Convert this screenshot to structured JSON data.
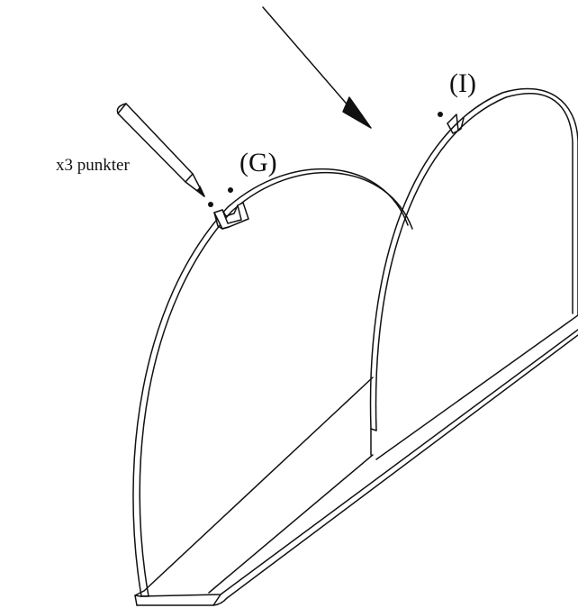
{
  "labels": {
    "instruction": "x3 punkter",
    "part_g": "(G)",
    "part_i": "(I)"
  },
  "colors": {
    "line": "#111111",
    "background": "#ffffff"
  },
  "icons": [
    "pencil-icon",
    "arrow-down-right-icon",
    "bracket-g-icon",
    "bracket-i-icon"
  ]
}
